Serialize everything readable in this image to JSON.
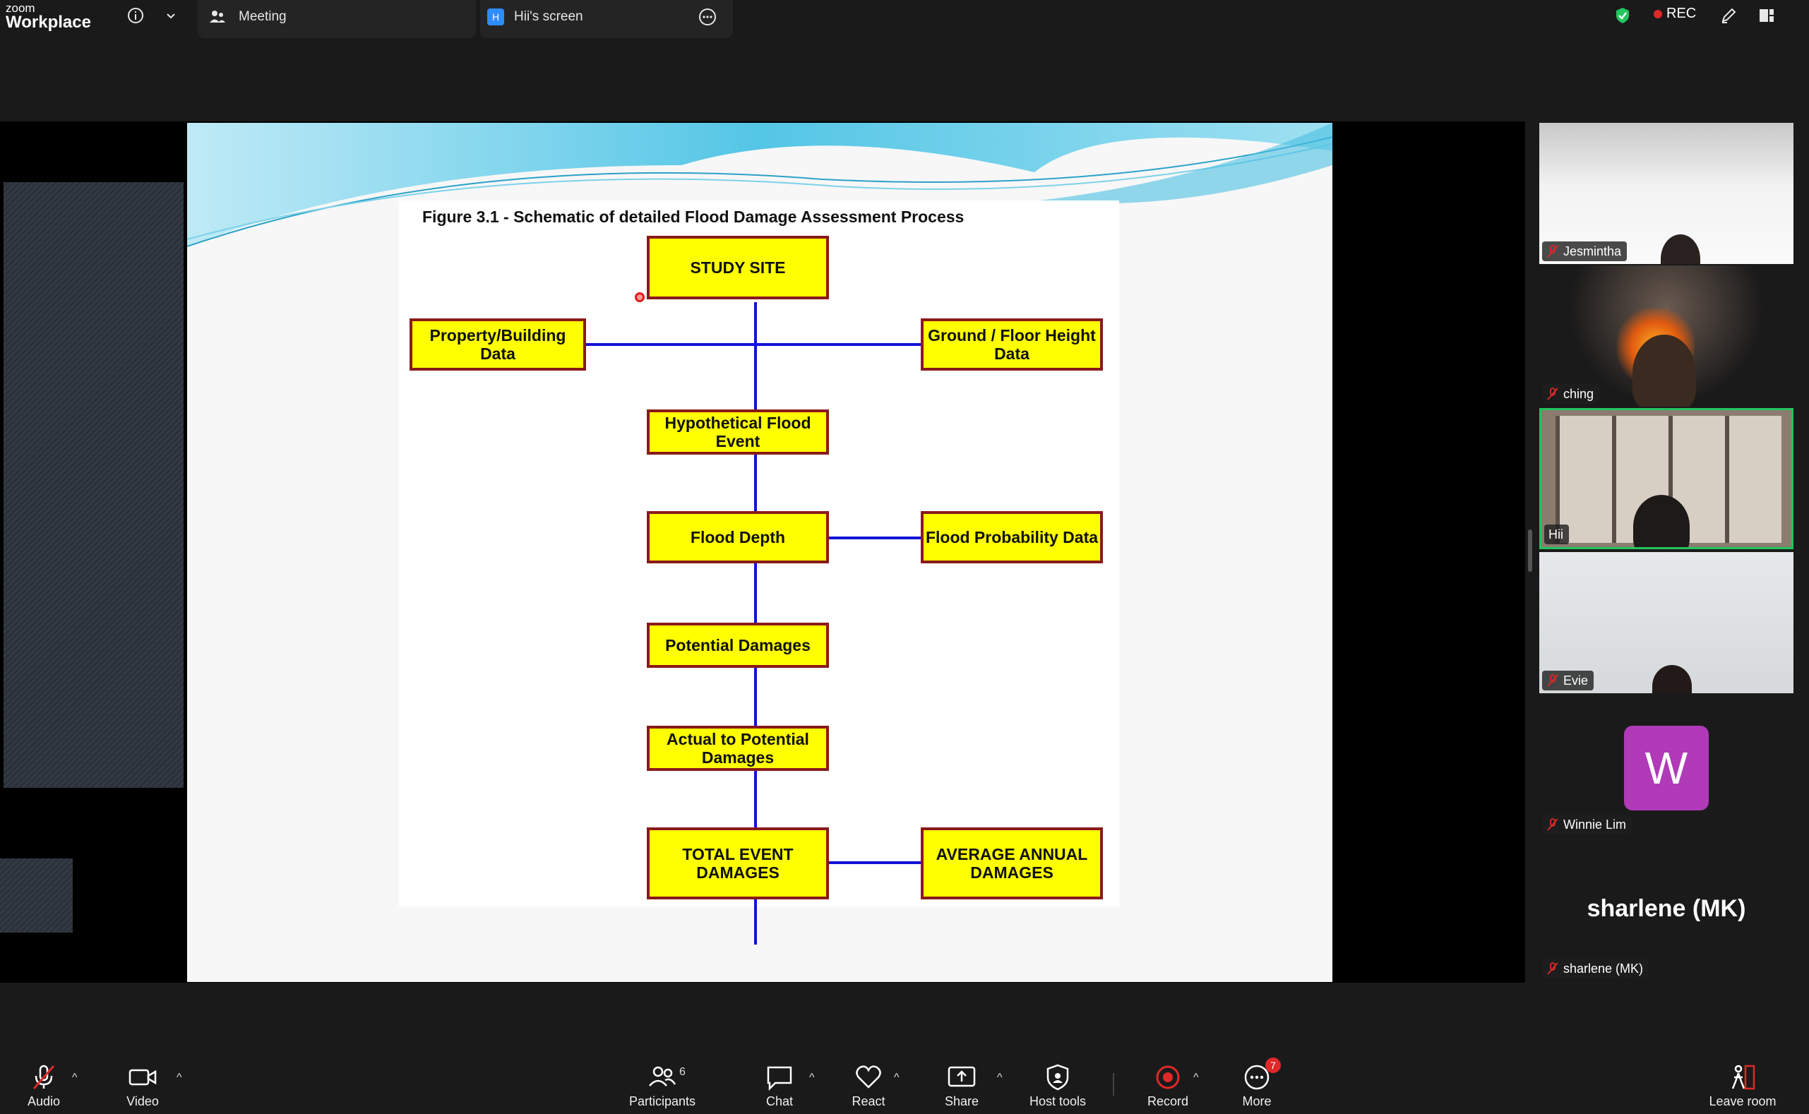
{
  "app": {
    "brand_small": "zoom",
    "brand_large": "Workplace"
  },
  "tabs": {
    "meeting": "Meeting",
    "screen": "Hii's screen",
    "screen_badge": "H"
  },
  "status": {
    "rec": "REC"
  },
  "slide": {
    "title": "Figure 3.1 - Schematic of detailed Flood Damage Assessment Process",
    "boxes": {
      "study_site": "STUDY SITE",
      "property": "Property/Building Data",
      "ground_floor": "Ground / Floor Height Data",
      "hypothetical": "Hypothetical Flood Event",
      "flood_depth": "Flood Depth",
      "flood_probability": "Flood Probability Data",
      "potential": "Potential Damages",
      "actual_potential": "Actual to Potential Damages",
      "total_event": "TOTAL EVENT DAMAGES",
      "average_annual": "AVERAGE ANNUAL DAMAGES"
    }
  },
  "participants": {
    "p1": "Jesmintha",
    "p2": "ching",
    "p3": "Hii",
    "p4": "Evie",
    "p5": "Winnie Lim",
    "p5_initial": "W",
    "p6_big": "sharlene (MK)",
    "p6": "sharlene (MK)"
  },
  "toolbar": {
    "audio": "Audio",
    "video": "Video",
    "participants": "Participants",
    "participants_count": "6",
    "chat": "Chat",
    "react": "React",
    "share": "Share",
    "host_tools": "Host tools",
    "record": "Record",
    "more": "More",
    "more_badge": "7",
    "leave": "Leave room"
  },
  "colors": {
    "accent_green": "#22c55e",
    "rec_red": "#e02828",
    "box_fill": "#ffff00",
    "box_border": "#8a1a1a",
    "connector": "#1212d8",
    "avatar_purple": "#b03ab8"
  }
}
